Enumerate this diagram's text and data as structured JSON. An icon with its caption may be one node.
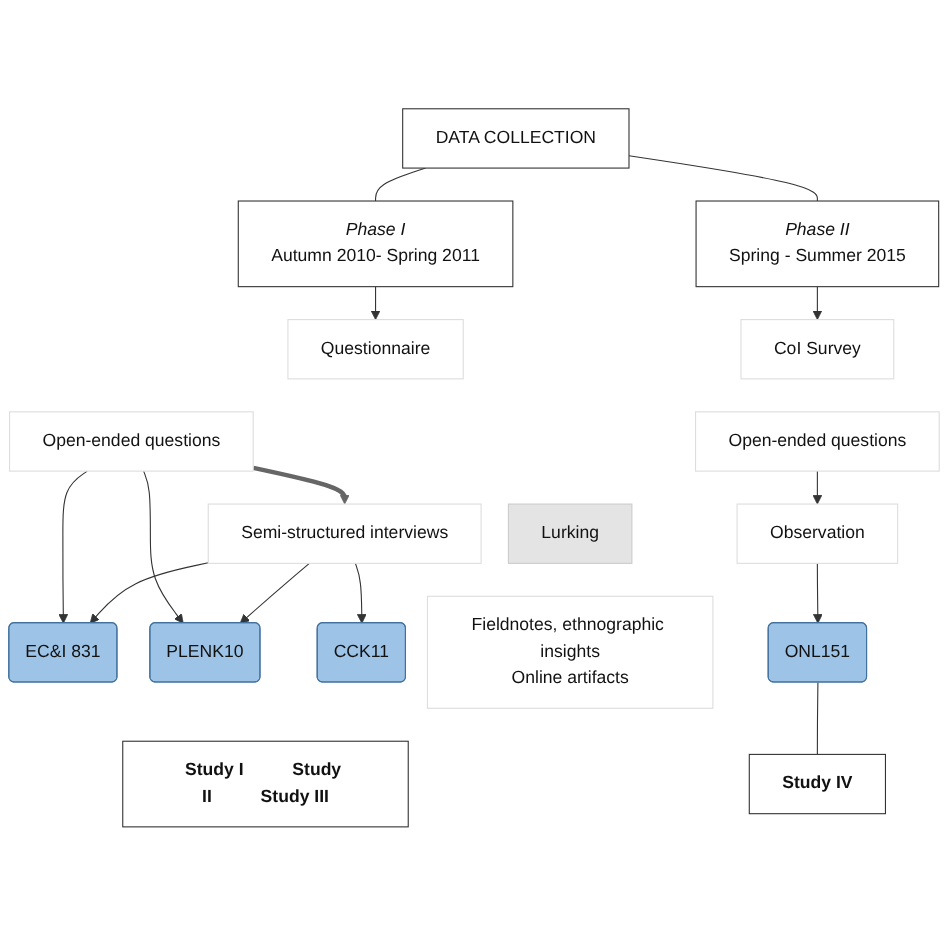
{
  "diagram": {
    "nodes": [
      {
        "text": [
          "DATA COLLECTION"
        ]
      },
      {
        "text": [
          "Phase I",
          "Autumn 2010- Spring 2011"
        ]
      },
      {
        "text": [
          "Phase II",
          "Spring - Summer 2015"
        ]
      },
      {
        "text": [
          "Questionnaire"
        ]
      },
      {
        "text": [
          "Open-ended questions"
        ]
      },
      {
        "text": [
          "Semi-structured interviews"
        ]
      },
      {
        "text": [
          "Lurking"
        ]
      },
      {
        "text": [
          "Fieldnotes, ethnographic insights",
          "Online artifacts"
        ]
      },
      {
        "text": [
          "CoI Survey"
        ]
      },
      {
        "text": [
          "Open-ended questions"
        ]
      },
      {
        "text": [
          "Observation"
        ]
      },
      {
        "text": [
          "EC&I 831"
        ]
      },
      {
        "text": [
          "PLENK10"
        ]
      },
      {
        "text": [
          "CCK11"
        ]
      },
      {
        "text": [
          "ONL151"
        ]
      },
      {
        "text": [
          "Study I",
          "Study II",
          "Study III"
        ]
      },
      {
        "text": [
          "Study IV"
        ]
      }
    ],
    "edges": [
      {
        "from": 0,
        "to": 1,
        "arrow": "none"
      },
      {
        "from": 0,
        "to": 2,
        "arrow": "none"
      },
      {
        "from": 1,
        "to": 3,
        "arrow": "to"
      },
      {
        "from": 2,
        "to": 8,
        "arrow": "to"
      },
      {
        "from": 4,
        "to": 5,
        "arrow": "to",
        "style": "thick",
        "color": "#666666"
      },
      {
        "from": 4,
        "to": 11,
        "arrow": "to"
      },
      {
        "from": 5,
        "to": 11,
        "arrow": "to"
      },
      {
        "from": 4,
        "to": 12,
        "arrow": "to"
      },
      {
        "from": 5,
        "to": 12,
        "arrow": "to"
      },
      {
        "from": 5,
        "to": 13,
        "arrow": "to"
      },
      {
        "from": 9,
        "to": 10,
        "arrow": "to"
      },
      {
        "from": 10,
        "to": 14,
        "arrow": "to"
      },
      {
        "from": 14,
        "to": 16,
        "arrow": "none"
      }
    ]
  }
}
